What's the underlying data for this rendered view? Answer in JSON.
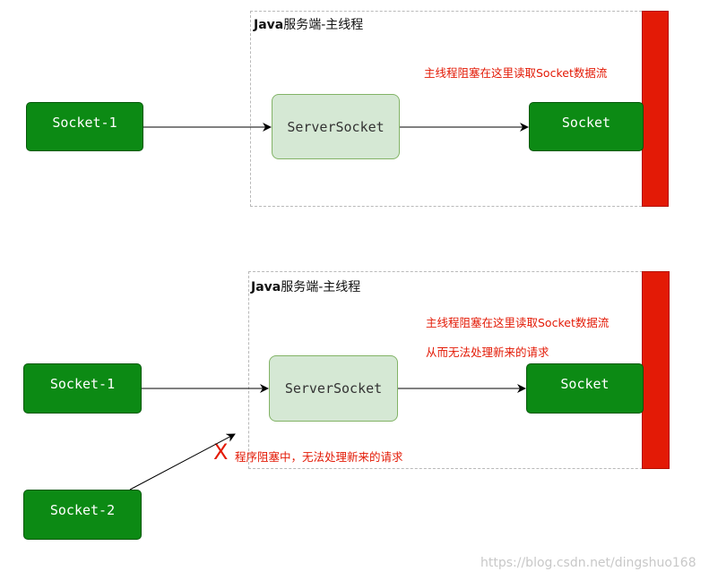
{
  "diagram1": {
    "frame_title_bold": "Java",
    "frame_title_rest": "服务端-主线程",
    "client": "Socket-1",
    "server": "ServerSocket",
    "socket": "Socket",
    "note": "主线程阻塞在这里读取Socket数据流"
  },
  "diagram2": {
    "frame_title_bold": "Java",
    "frame_title_rest": "服务端-主线程",
    "client1": "Socket-1",
    "client2": "Socket-2",
    "server": "ServerSocket",
    "socket": "Socket",
    "note_line1": "主线程阻塞在这里读取Socket数据流",
    "note_line2": "从而无法处理新来的请求",
    "blocked_mark": "X",
    "blocked_note": "程序阻塞中，无法处理新来的请求"
  },
  "watermark": "https://blog.csdn.net/dingshuo168",
  "colors": {
    "green_node": "#0c8a14",
    "light_node": "#d5e8d4",
    "red_bar": "#e31a06",
    "red_text": "#e31a06"
  }
}
